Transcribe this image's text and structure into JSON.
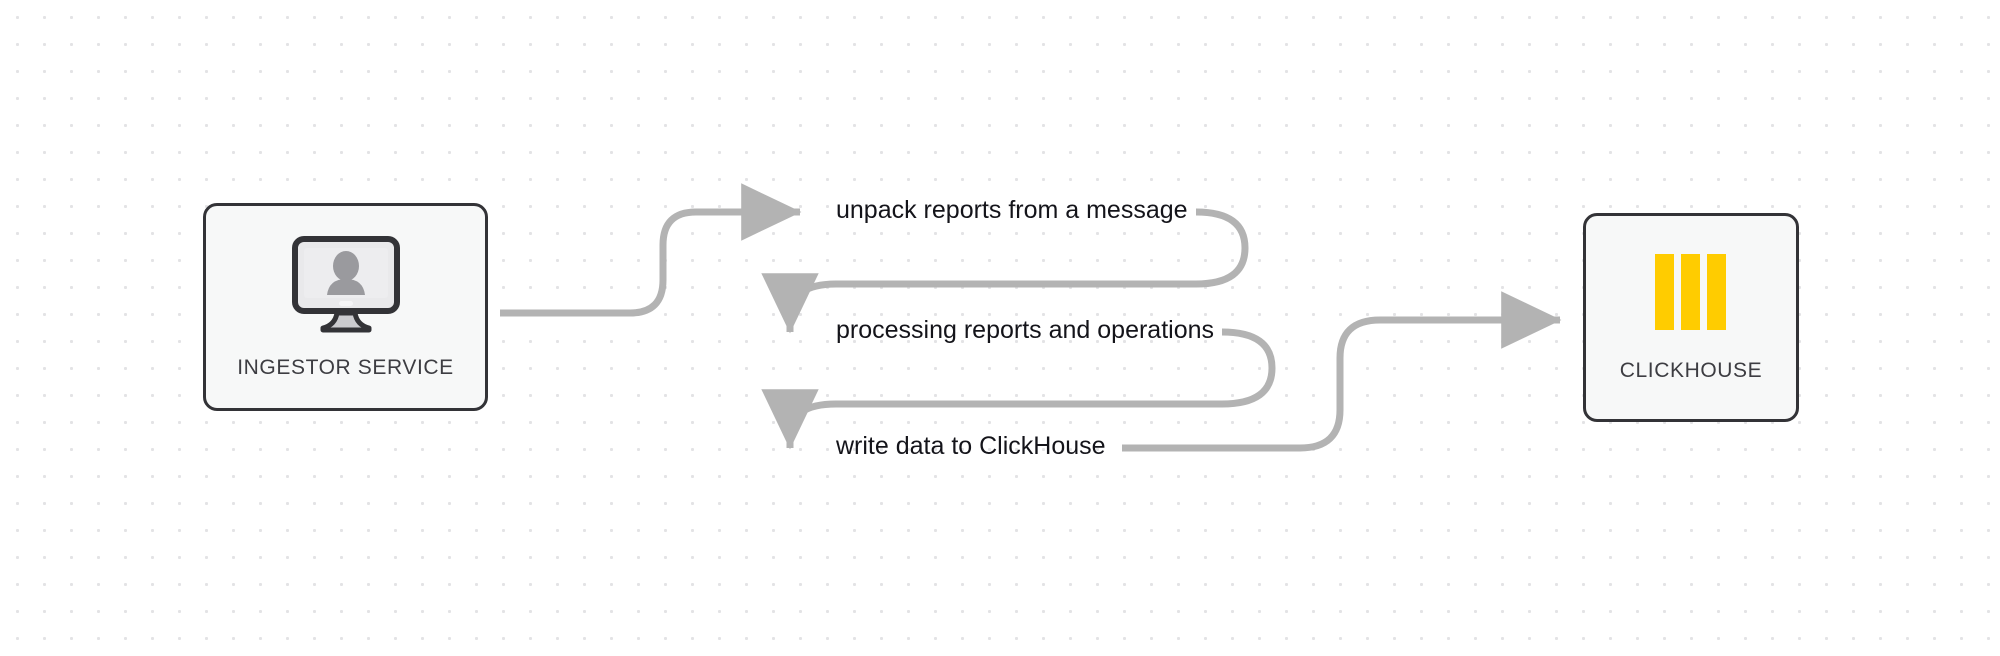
{
  "diagram": {
    "type": "flow-diagram",
    "background": "#ffffff",
    "dot_grid_color": "#e3e3e5",
    "nodes": [
      {
        "id": "ingestor",
        "label": "INGESTOR SERVICE",
        "icon": "monitor-user-icon",
        "border_color": "#333337",
        "fill_color": "#f7f8f8"
      },
      {
        "id": "clickhouse",
        "label": "CLICKHOUSE",
        "icon": "clickhouse-bars-icon",
        "accent_color": "#FFCC00",
        "border_color": "#333337",
        "fill_color": "#f7f8f8"
      }
    ],
    "edge_labels": [
      {
        "id": "unpack",
        "text": "unpack reports from a message"
      },
      {
        "id": "processing",
        "text": "processing reports and operations"
      },
      {
        "id": "write",
        "text": "write data to ClickHouse"
      }
    ],
    "connector_color": "#b3b3b3",
    "text_color": "#14141a"
  }
}
